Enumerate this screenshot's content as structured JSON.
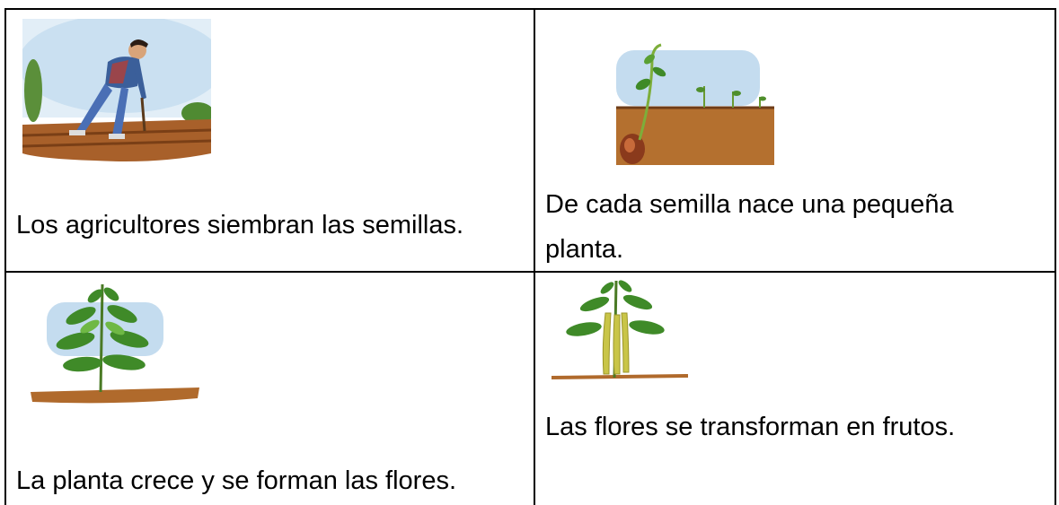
{
  "cells": [
    {
      "caption": "Los agricultores siembran las semillas.",
      "illustration": "farmer-sowing-seeds"
    },
    {
      "caption_line1": "De cada semilla nace una pequeña",
      "caption_line2": "planta.",
      "illustration": "seed-sprouting"
    },
    {
      "caption": "La planta crece y se forman las flores.",
      "illustration": "plant-growing-leaves"
    },
    {
      "caption": "Las flores se transforman en frutos.",
      "illustration": "plant-with-bean-pods"
    }
  ],
  "colors": {
    "border": "#000000",
    "sky": "#bcd8ee",
    "soil": "#b06a2c",
    "leaf": "#3f8a28",
    "pod": "#c9c548"
  }
}
